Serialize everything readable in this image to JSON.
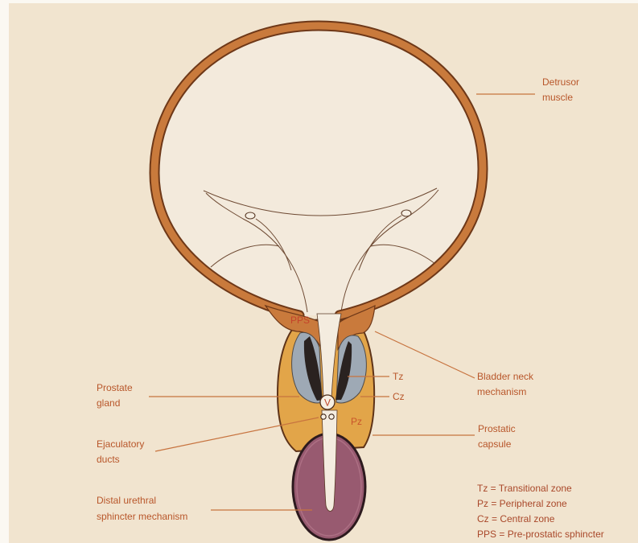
{
  "colors": {
    "background": "#f1e4cf",
    "bladder_lumen": "#f3eadc",
    "detrusor": "#c97a3c",
    "prostate": "#e2a549",
    "transitional_zone": "#9ea9b5",
    "sphincter": "#985a70",
    "label_text": "#b8562a"
  },
  "labels": {
    "detrusor_muscle": {
      "line1": "Detrusor",
      "line2": "muscle"
    },
    "bladder_neck_mechanism": {
      "line1": "Bladder neck",
      "line2": "mechanism"
    },
    "prostate_gland": {
      "line1": "Prostate",
      "line2": "gland"
    },
    "prostatic_capsule": {
      "line1": "Prostatic",
      "line2": "capsule"
    },
    "ejaculatory_ducts": {
      "line1": "Ejaculatory",
      "line2": "ducts"
    },
    "distal_urethral_sphincter_mechanism": {
      "line1": "Distal urethral",
      "line2": "sphincter mechanism"
    }
  },
  "zone_marks": {
    "tz": "Tz",
    "cz": "Cz",
    "pz": "Pz",
    "pps": "PPS",
    "verumontanum": "V"
  },
  "legend": [
    "Tz = Transitional zone",
    "Pz = Peripheral zone",
    "Cz = Central zone",
    "PPS = Pre-prostatic sphincter"
  ]
}
